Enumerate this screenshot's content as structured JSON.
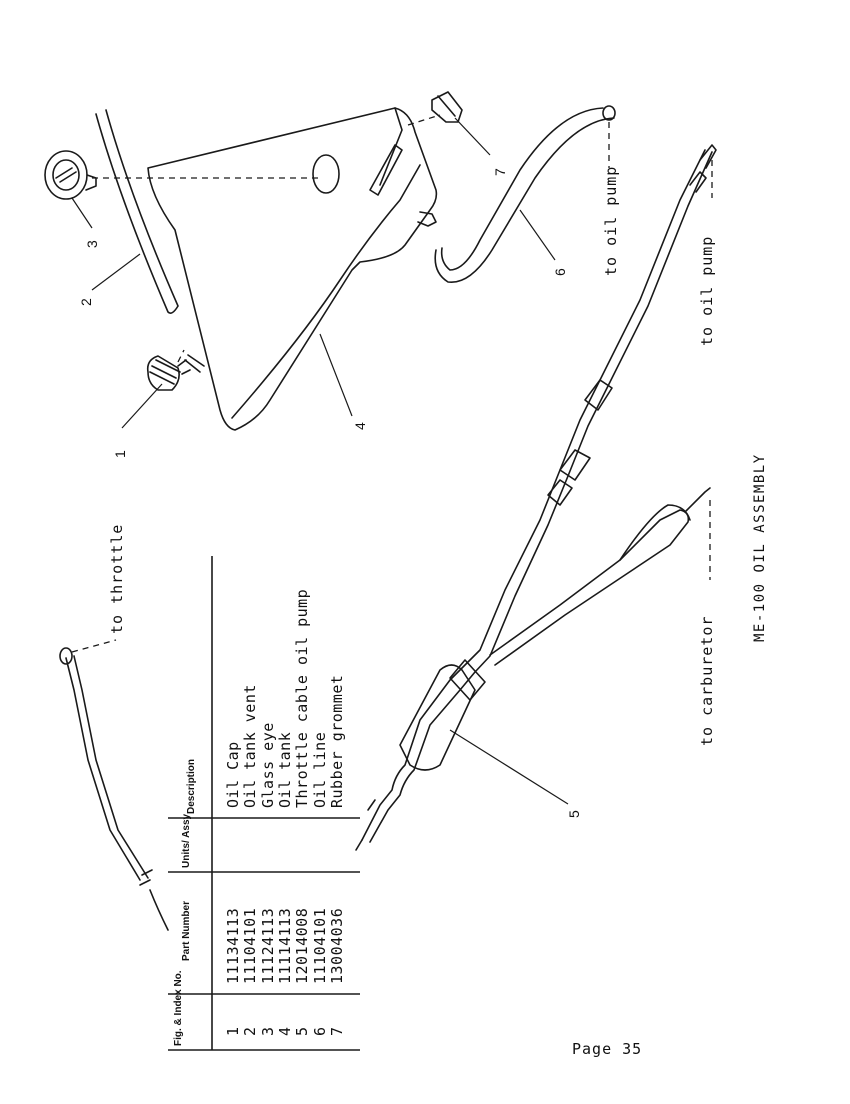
{
  "title": "ME-100 OIL ASSEMBLY",
  "page_label": "Page 35",
  "destinations": {
    "throttle": "to throttle",
    "oil_pump_1": "to oil pump",
    "oil_pump_2": "to oil pump",
    "carburetor": "to carburetor"
  },
  "callouts": [
    "1",
    "2",
    "3",
    "4",
    "5",
    "6",
    "7"
  ],
  "table": {
    "headers": {
      "index": "Fig. & Index No.",
      "part": "Part Number",
      "units": "Units/ Assy",
      "description": "Description"
    },
    "rows": [
      {
        "index": "1",
        "part": "11134113",
        "units": "",
        "description": "Oil Cap"
      },
      {
        "index": "2",
        "part": "11104101",
        "units": "",
        "description": "Oil tank vent"
      },
      {
        "index": "3",
        "part": "11124113",
        "units": "",
        "description": "Glass eye"
      },
      {
        "index": "4",
        "part": "11114113",
        "units": "",
        "description": "Oil tank"
      },
      {
        "index": "5",
        "part": "12014008",
        "units": "",
        "description": "Throttle cable oil pump"
      },
      {
        "index": "6",
        "part": "11104101",
        "units": "",
        "description": "Oil line"
      },
      {
        "index": "7",
        "part": "13004036",
        "units": "",
        "description": "Rubber grommet"
      }
    ]
  }
}
